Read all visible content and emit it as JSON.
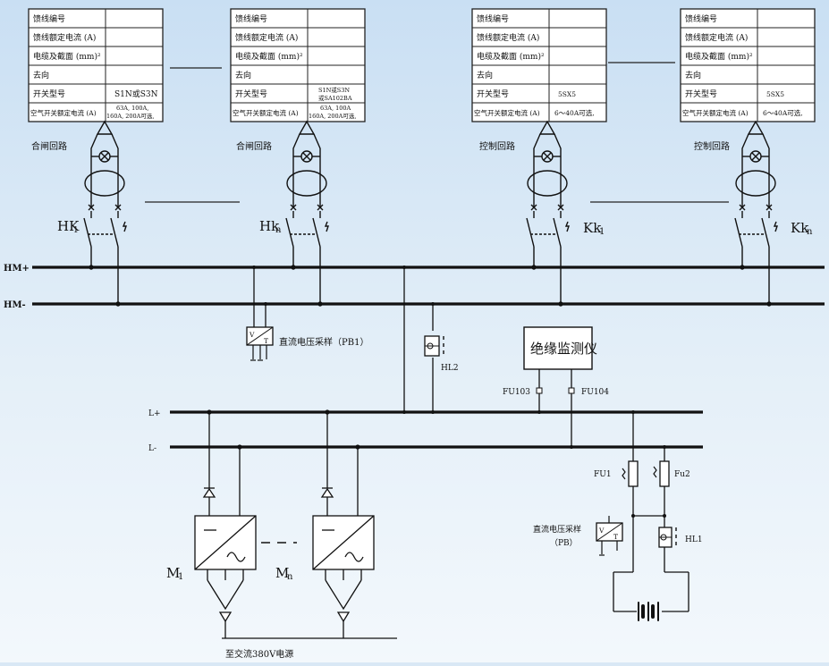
{
  "tables": [
    {
      "rows": [
        {
          "label": "馈线编号",
          "value": ""
        },
        {
          "label": "馈线额定电流 (A)",
          "value": ""
        },
        {
          "label": "电缆及截面 (mm)²",
          "value": ""
        },
        {
          "label": "去向",
          "value": ""
        },
        {
          "label": "开关型号",
          "value": "S1N或S3N"
        },
        {
          "label": "空气开关额定电流 (A)",
          "value": "63A, 100A,",
          "value2": "160A, 200A可选,"
        }
      ],
      "circuit": "合闸回路"
    },
    {
      "rows": [
        {
          "label": "馈线编号",
          "value": ""
        },
        {
          "label": "馈线额定电流 (A)",
          "value": ""
        },
        {
          "label": "电缆及截面 (mm)²",
          "value": ""
        },
        {
          "label": "去向",
          "value": ""
        },
        {
          "label": "开关型号",
          "value": "S1N或S3N",
          "value2": "或SA102BA"
        },
        {
          "label": "空气开关额定电流 (A)",
          "value": "63A, 100A",
          "value2": "160A, 200A可选,"
        }
      ],
      "circuit": "合闸回路"
    },
    {
      "rows": [
        {
          "label": "馈线编号",
          "value": ""
        },
        {
          "label": "馈线额定电流 (A)",
          "value": ""
        },
        {
          "label": "电缆及截面 (mm)²",
          "value": ""
        },
        {
          "label": "去向",
          "value": ""
        },
        {
          "label": "开关型号",
          "value": "5SX5"
        },
        {
          "label": "空气开关额定电流 (A)",
          "value": "6～40A可选,"
        }
      ],
      "circuit": "控制回路"
    },
    {
      "rows": [
        {
          "label": "馈线编号",
          "value": ""
        },
        {
          "label": "馈线额定电流 (A)",
          "value": ""
        },
        {
          "label": "电缆及截面 (mm)²",
          "value": ""
        },
        {
          "label": "去向",
          "value": ""
        },
        {
          "label": "开关型号",
          "value": "5SX5"
        },
        {
          "label": "空气开关额定电流 (A)",
          "value": "6～40A可选,"
        }
      ],
      "circuit": "控制回路"
    }
  ],
  "switches": [
    "HK",
    "1",
    "Hk",
    "n",
    "Kk",
    "1",
    "Kk",
    "n"
  ],
  "buses": {
    "hm_plus": "HM+",
    "hm_minus": "HM-",
    "l_plus": "L+",
    "l_minus": "L-"
  },
  "labels": {
    "dc_sample_pb1": "直流电压采样（PB1）",
    "hl2": "HL2",
    "monitor": "绝缘监测仪",
    "fu103": "FU103",
    "fu104": "FU104",
    "fu1": "FU1",
    "fu2": "Fu2",
    "dc_sample_pb_1": "直流电压采样",
    "dc_sample_pb_2": "（PB）",
    "hl1": "HL1",
    "m1_main": "M",
    "m1_sub": "1",
    "mn_main": "M",
    "mn_sub": "n",
    "ac_source": "至交流380V电源",
    "vt": "V",
    "t": "T"
  }
}
